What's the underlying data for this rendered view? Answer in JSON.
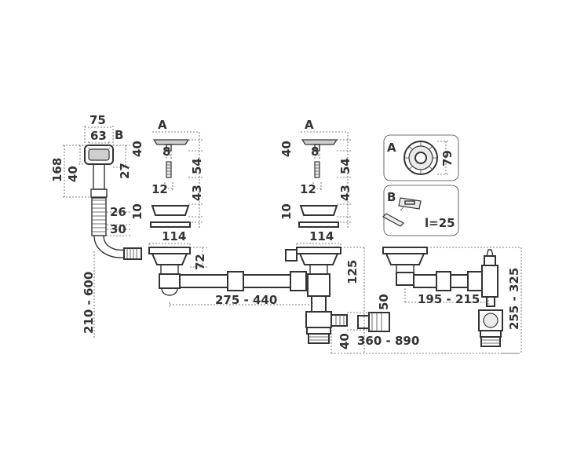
{
  "labels": {
    "part_a": "A",
    "part_b": "B",
    "l_eq": "l=25"
  },
  "dims": {
    "d75": "75",
    "d63": "63",
    "d168": "168",
    "d40": "40",
    "d27": "27",
    "d26": "26",
    "d30": "30",
    "d210_600": "210 - 600",
    "d114": "114",
    "d72": "72",
    "d8": "8",
    "d54": "54",
    "d12": "12",
    "d43": "43",
    "d10": "10",
    "d125": "125",
    "d275_440": "275 - 440",
    "d50": "50",
    "d360_890": "360 - 890",
    "d79": "79",
    "d195_215": "195 - 215",
    "d255_325": "255 - 325"
  }
}
